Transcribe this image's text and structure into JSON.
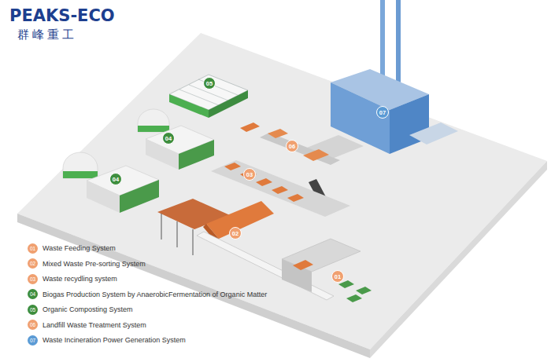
{
  "diagram": {
    "nodes": [
      {
        "text": [
          "05"
        ]
      },
      {
        "text": [
          "07"
        ]
      },
      {
        "text": [
          "04"
        ]
      },
      {
        "text": [
          "06"
        ]
      },
      {
        "text": [
          "03"
        ]
      },
      {
        "text": [
          "04"
        ]
      },
      {
        "text": [
          "02"
        ]
      },
      {
        "text": [
          "01"
        ]
      }
    ],
    "labels": [
      "PEAKS-ECO",
      "群峰重工",
      "01",
      "02",
      "03",
      "04",
      "05",
      "06",
      "07"
    ],
    "legend": [
      {
        "text": "Waste Feeding System",
        "color": "#f0a070"
      },
      {
        "text": "Mixed Waste Pre-sorting System",
        "color": "#f0a070"
      },
      {
        "text": "Waste recydling system",
        "color": "#f0a070"
      },
      {
        "text": "Biogas Production System by AnaerobicFermentation of Organic Matter",
        "color": "#3e8e3e"
      },
      {
        "text": "Organic Composting System",
        "color": "#3e8e3e"
      },
      {
        "text": "Landfill Waste Treatment System",
        "color": "#f0a070"
      },
      {
        "text": "Waste Incineration Power Generation System",
        "color": "#5b9bd5"
      }
    ]
  }
}
